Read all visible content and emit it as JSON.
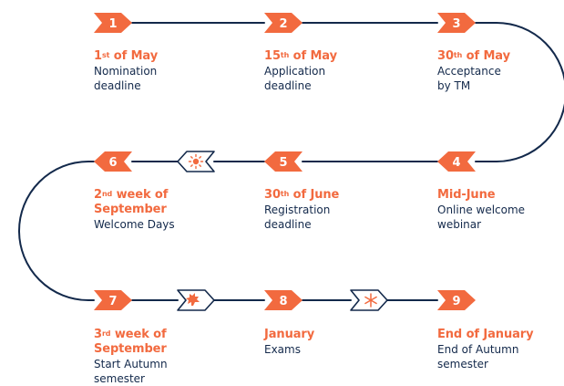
{
  "colors": {
    "accent": "#f26a3f",
    "path": "#13294b",
    "text": "#13294b",
    "background": "#ffffff"
  },
  "steps": [
    {
      "number": "1",
      "date_main": "1",
      "date_sup": "st",
      "date_rest": " of May",
      "lines": [
        "Nomination",
        "deadline"
      ]
    },
    {
      "number": "2",
      "date_main": "15",
      "date_sup": "th",
      "date_rest": " of May",
      "lines": [
        "Application",
        "deadline"
      ]
    },
    {
      "number": "3",
      "date_main": "30",
      "date_sup": "th",
      "date_rest": " of May",
      "lines": [
        "Acceptance",
        "by TM"
      ]
    },
    {
      "number": "4",
      "date_main": "Mid-June",
      "date_sup": "",
      "date_rest": "",
      "lines": [
        "Online welcome",
        "webinar"
      ]
    },
    {
      "number": "5",
      "date_main": "30",
      "date_sup": "th",
      "date_rest": " of June",
      "lines": [
        "Registration",
        "deadline"
      ]
    },
    {
      "number": "6",
      "date_main": "2",
      "date_sup": "nd",
      "date_rest": " week of",
      "date_line2": "September",
      "lines": [
        "Welcome Days"
      ]
    },
    {
      "number": "7",
      "date_main": "3",
      "date_sup": "rd",
      "date_rest": " week of",
      "date_line2": "September",
      "lines": [
        "Start Autumn",
        "semester"
      ]
    },
    {
      "number": "8",
      "date_main": "January",
      "date_sup": "",
      "date_rest": "",
      "lines": [
        "Exams"
      ]
    },
    {
      "number": "9",
      "date_main": "End of January",
      "date_sup": "",
      "date_rest": "",
      "lines": [
        "End of Autumn",
        "semester"
      ]
    }
  ],
  "season_markers": [
    {
      "icon": "sun-icon"
    },
    {
      "icon": "leaf-icon"
    },
    {
      "icon": "snowflake-icon"
    }
  ]
}
